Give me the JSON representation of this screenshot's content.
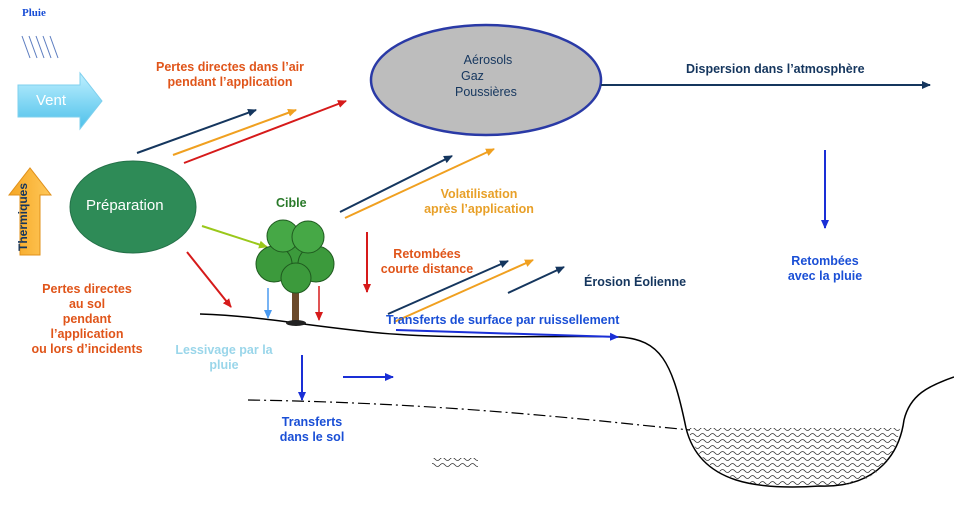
{
  "labels": {
    "pluie": "Pluie",
    "vent": "Vent",
    "thermiques": "Thermiques",
    "preparation": "Préparation",
    "cible": "Cible",
    "aerosols": "Aérosols",
    "gaz": "Gaz",
    "poussieres": "Poussières",
    "pertes_air_1": "Pertes directes dans l’air",
    "pertes_air_2": "pendant l’application",
    "dispersion": "Dispersion  dans l’atmosphère",
    "volatilisation_1": "Volatilisation",
    "volatilisation_2": "après l’application",
    "retombees_cd_1": "Retombées",
    "retombees_cd_2": "courte distance",
    "erosion": "Érosion Éolienne",
    "retombees_pluie_1": "Retombées",
    "retombees_pluie_2": "avec la pluie",
    "transferts_surface": "Transferts de surface par ruissellement",
    "pertes_sol_1": "Pertes directes",
    "pertes_sol_2": "au sol",
    "pertes_sol_3": "pendant",
    "pertes_sol_4": "l’application",
    "pertes_sol_5": "ou lors d’incidents",
    "lessivage_1": "Lessivage par la",
    "lessivage_2": "pluie",
    "transferts_sol_1": "Transferts",
    "transferts_sol_2": "dans le sol"
  },
  "colors": {
    "navy": "#15365e",
    "orange": "#f0a020",
    "red": "#d61a1a",
    "blue": "#1a2fd6",
    "green": "#9ac81a",
    "lightblue": "#8ad8f0",
    "ellipse_fill": "#bdbdbd",
    "ellipse_stroke": "#2a3aa6",
    "prep_fill": "#2e8b57",
    "tree": "#3c9a3c"
  },
  "icons": [
    "rain-icon",
    "wind-arrow-icon",
    "thermal-arrow-icon",
    "tree-icon",
    "water-body-icon"
  ]
}
